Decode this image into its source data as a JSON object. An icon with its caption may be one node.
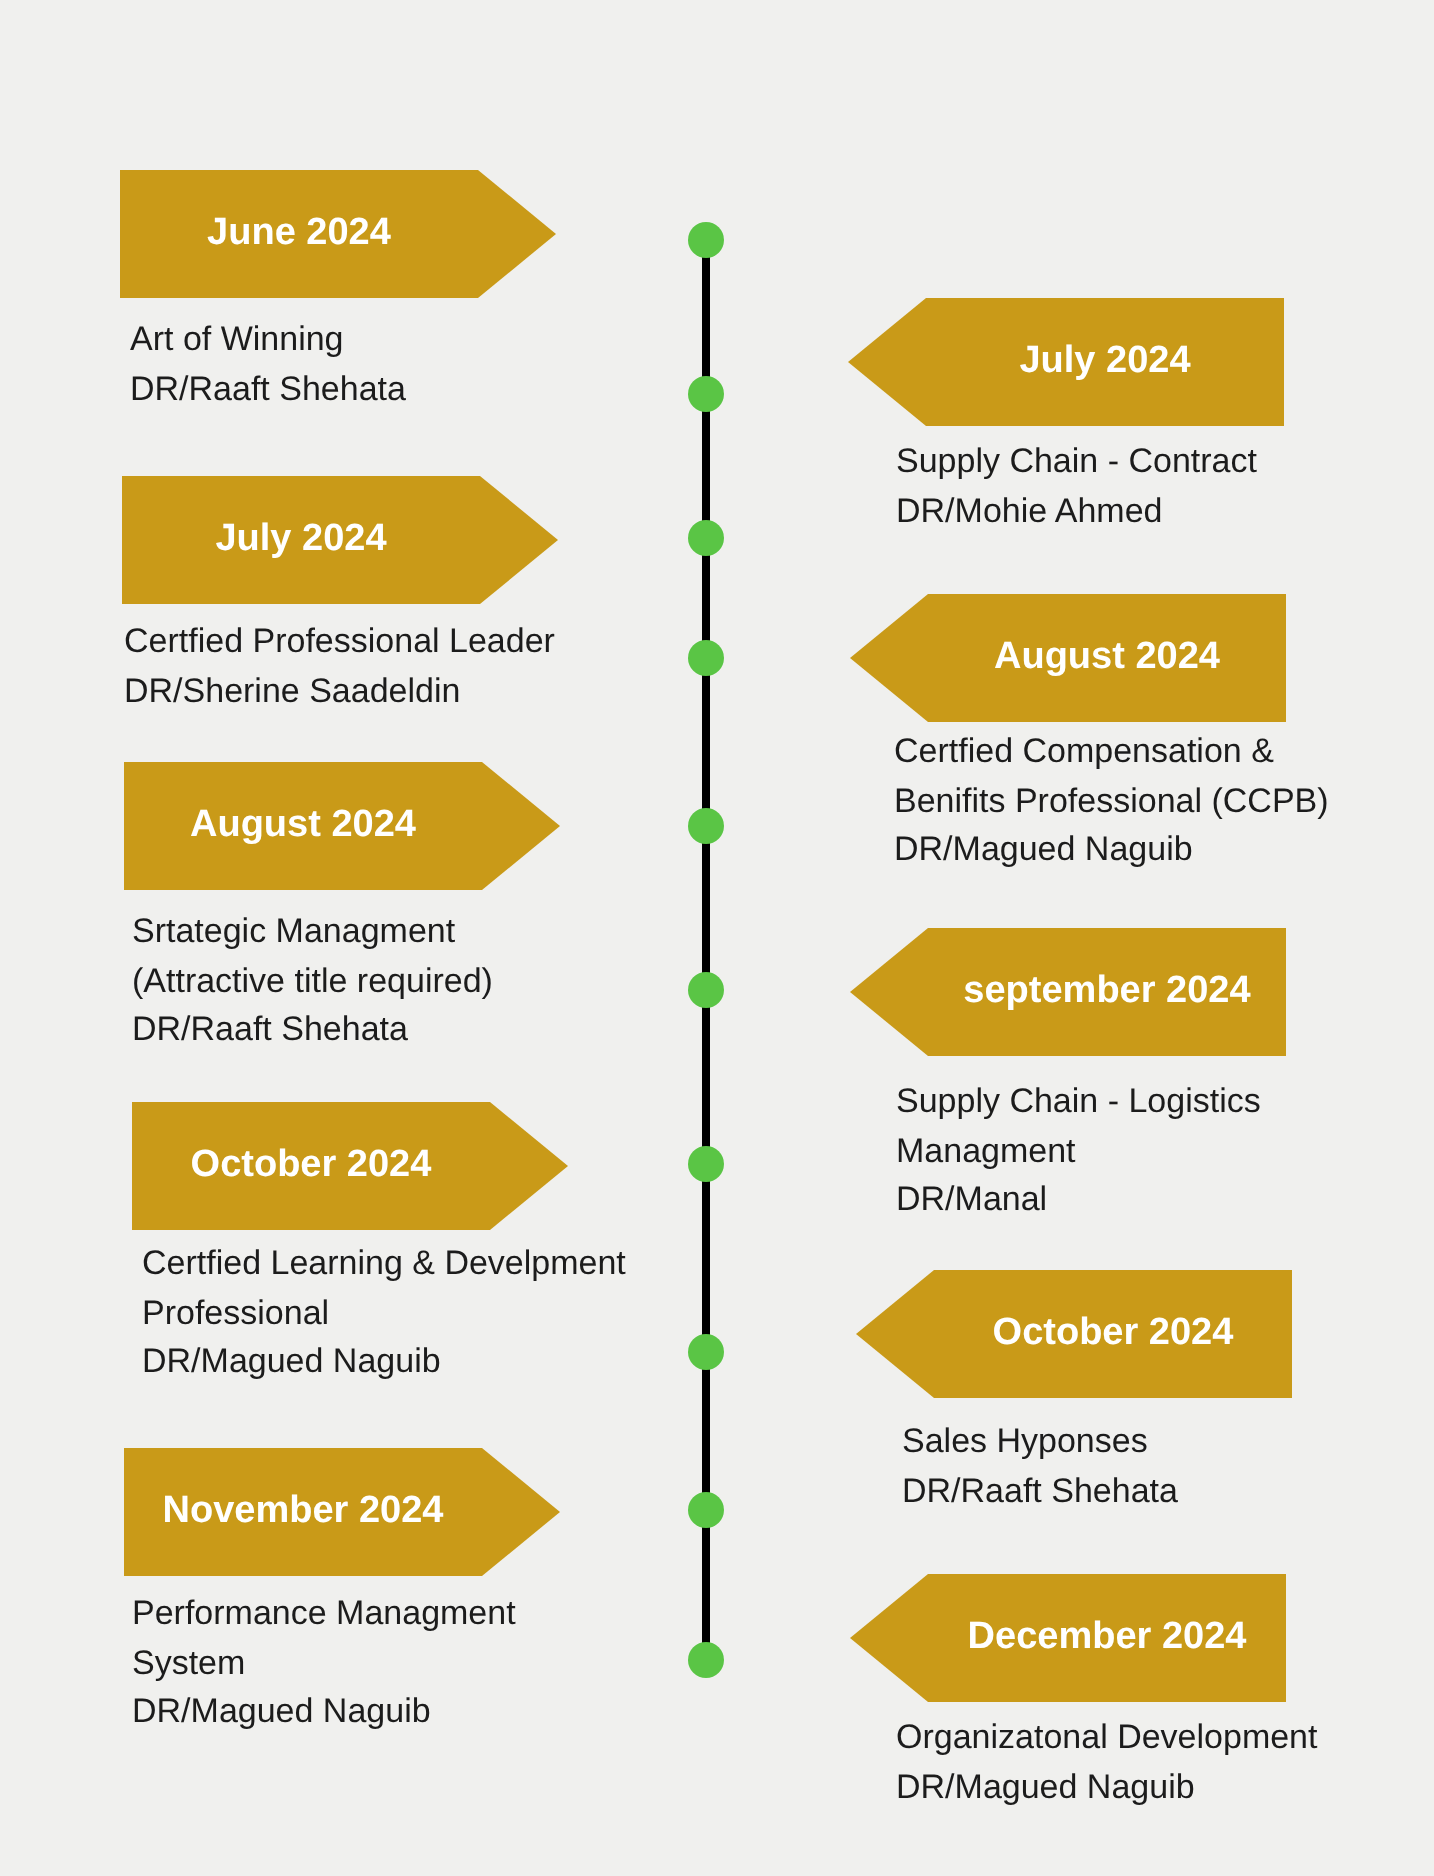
{
  "diagram": {
    "nodes": [
      {
        "text": [
          "June 2024",
          "Art of Winning",
          "DR/Raaft Shehata"
        ]
      },
      {
        "text": [
          "July 2024",
          "Supply Chain - Contract",
          "DR/Mohie Ahmed"
        ]
      },
      {
        "text": [
          "July 2024",
          "Certfied Professional Leader",
          "DR/Sherine Saadeldin"
        ]
      },
      {
        "text": [
          "August 2024",
          "Certfied Compensation & Benifits Professional (CCPB)",
          "DR/Magued Naguib"
        ]
      },
      {
        "text": [
          "August 2024",
          "Srtategic Managment (Attractive title required)",
          "DR/Raaft Shehata"
        ]
      },
      {
        "text": [
          "september 2024",
          "Supply Chain - Logistics Managment",
          "DR/Manal"
        ]
      },
      {
        "text": [
          "October 2024",
          "Certfied Learning & Develpment Professional",
          "DR/Magued Naguib"
        ]
      },
      {
        "text": [
          "October 2024",
          "Sales Hyponses",
          "DR/Raaft Shehata"
        ]
      },
      {
        "text": [
          "November 2024",
          "Performance Managment System",
          "DR/Magued Naguib"
        ]
      },
      {
        "text": [
          "December 2024",
          "Organizatonal Development",
          "DR/Magued Naguib"
        ]
      }
    ]
  }
}
